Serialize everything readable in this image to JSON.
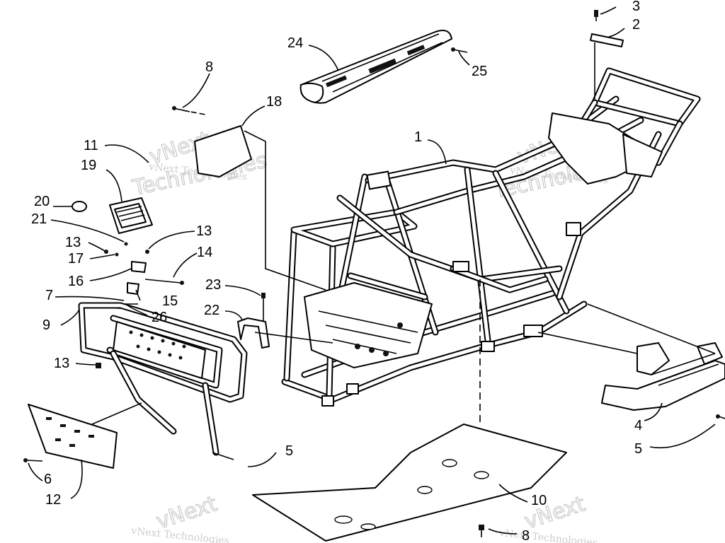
{
  "callouts": [
    {
      "id": "c1",
      "text": "1"
    },
    {
      "id": "c2",
      "text": "2"
    },
    {
      "id": "c3",
      "text": "3"
    },
    {
      "id": "c4",
      "text": "4"
    },
    {
      "id": "c5a",
      "text": "5"
    },
    {
      "id": "c5b",
      "text": "5"
    },
    {
      "id": "c6",
      "text": "6"
    },
    {
      "id": "c7",
      "text": "7"
    },
    {
      "id": "c8a",
      "text": "8"
    },
    {
      "id": "c8b",
      "text": "8"
    },
    {
      "id": "c9",
      "text": "9"
    },
    {
      "id": "c10",
      "text": "10"
    },
    {
      "id": "c11",
      "text": "11"
    },
    {
      "id": "c12",
      "text": "12"
    },
    {
      "id": "c13a",
      "text": "13"
    },
    {
      "id": "c13b",
      "text": "13"
    },
    {
      "id": "c13c",
      "text": "13"
    },
    {
      "id": "c14",
      "text": "14"
    },
    {
      "id": "c15",
      "text": "15"
    },
    {
      "id": "c16",
      "text": "16"
    },
    {
      "id": "c17",
      "text": "17"
    },
    {
      "id": "c18",
      "text": "18"
    },
    {
      "id": "c19",
      "text": "19"
    },
    {
      "id": "c20",
      "text": "20"
    },
    {
      "id": "c21",
      "text": "21"
    },
    {
      "id": "c22",
      "text": "22"
    },
    {
      "id": "c23",
      "text": "23"
    },
    {
      "id": "c24",
      "text": "24"
    },
    {
      "id": "c25",
      "text": "25"
    },
    {
      "id": "c26",
      "text": "26"
    }
  ],
  "watermark": {
    "line1": "vNext Technologies",
    "line2": "Technologies",
    "big": "vNext"
  }
}
